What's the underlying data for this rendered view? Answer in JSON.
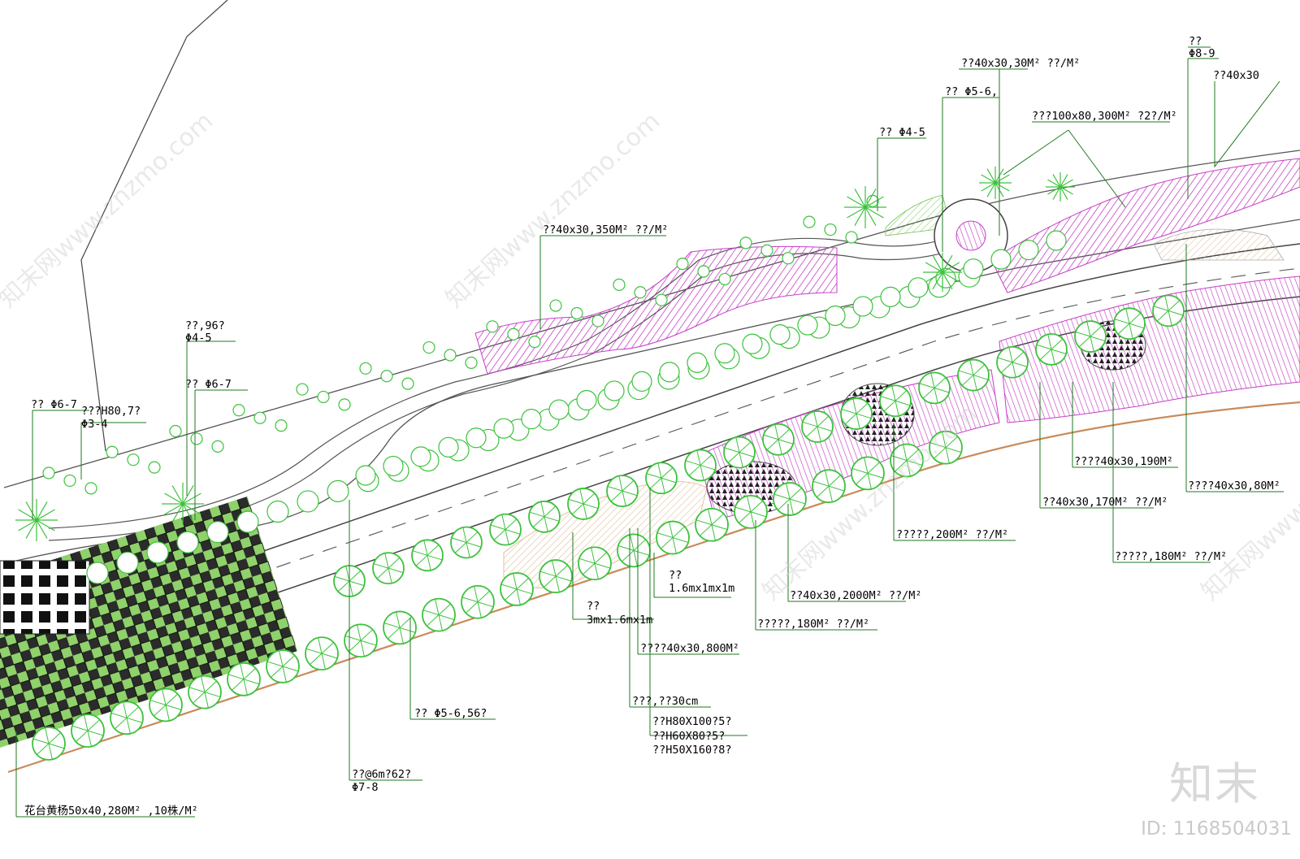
{
  "colors": {
    "tree": "#3cc23c",
    "lawn": "#4fbf4f",
    "shrub_mass": "#c63fc6",
    "curb_line": "#7a7a7a",
    "edge_line": "#c98a5a",
    "pavement_dark": "#222222",
    "leader": "#1f7a1f"
  },
  "icons": [
    "tree-symbol-icon",
    "conifer-symbol-icon",
    "shrub-symbol-icon",
    "roundabout-symbol-icon"
  ],
  "labels": {
    "l1": "??40x30,30M² ??/M²",
    "l2": "??",
    "l3": "Φ8-9",
    "l4": "??40x30",
    "l5": "??  Φ5-6,",
    "l6": "???100x80,300M² ?2?/M²",
    "l7": "??  Φ4-5",
    "l8": "??40x30,350M² ??/M²",
    "l9": "??,96?",
    "l10": "Φ4-5",
    "l11": "??  Φ6-7",
    "l12": "??  Φ6-7",
    "l13": "???H80,7?",
    "l14": "Φ3-4",
    "l15": "????40x30,190M²",
    "l16": "??40x30,170M² ??/M²",
    "l17": "????40x30,80M²",
    "l18": "?????,200M² ??/M²",
    "l19": "?????,180M² ??/M²",
    "l20": "??",
    "l21": "1.6mx1mx1m",
    "l22": "??40x30,2000M² ??/M²",
    "l23": "??",
    "l24": "3mx1.6mx1m",
    "l25": "?????,180M² ??/M²",
    "l26": "????40x30,800M²",
    "l27": "??  Φ5-6,56?",
    "l28": "???,??30cm",
    "l29": "??H80X100?5?",
    "l30": "??H60X80?5?",
    "l31": "??H50X160?8?",
    "l32": "??@6m?62?",
    "l33": "Φ7-8",
    "l34": "花台黄杨50x40,280M² ,10株/M²"
  },
  "watermark": {
    "site": "知末网www.znzmo.com",
    "brand": "知末",
    "image_id": "ID: 1168504031"
  }
}
